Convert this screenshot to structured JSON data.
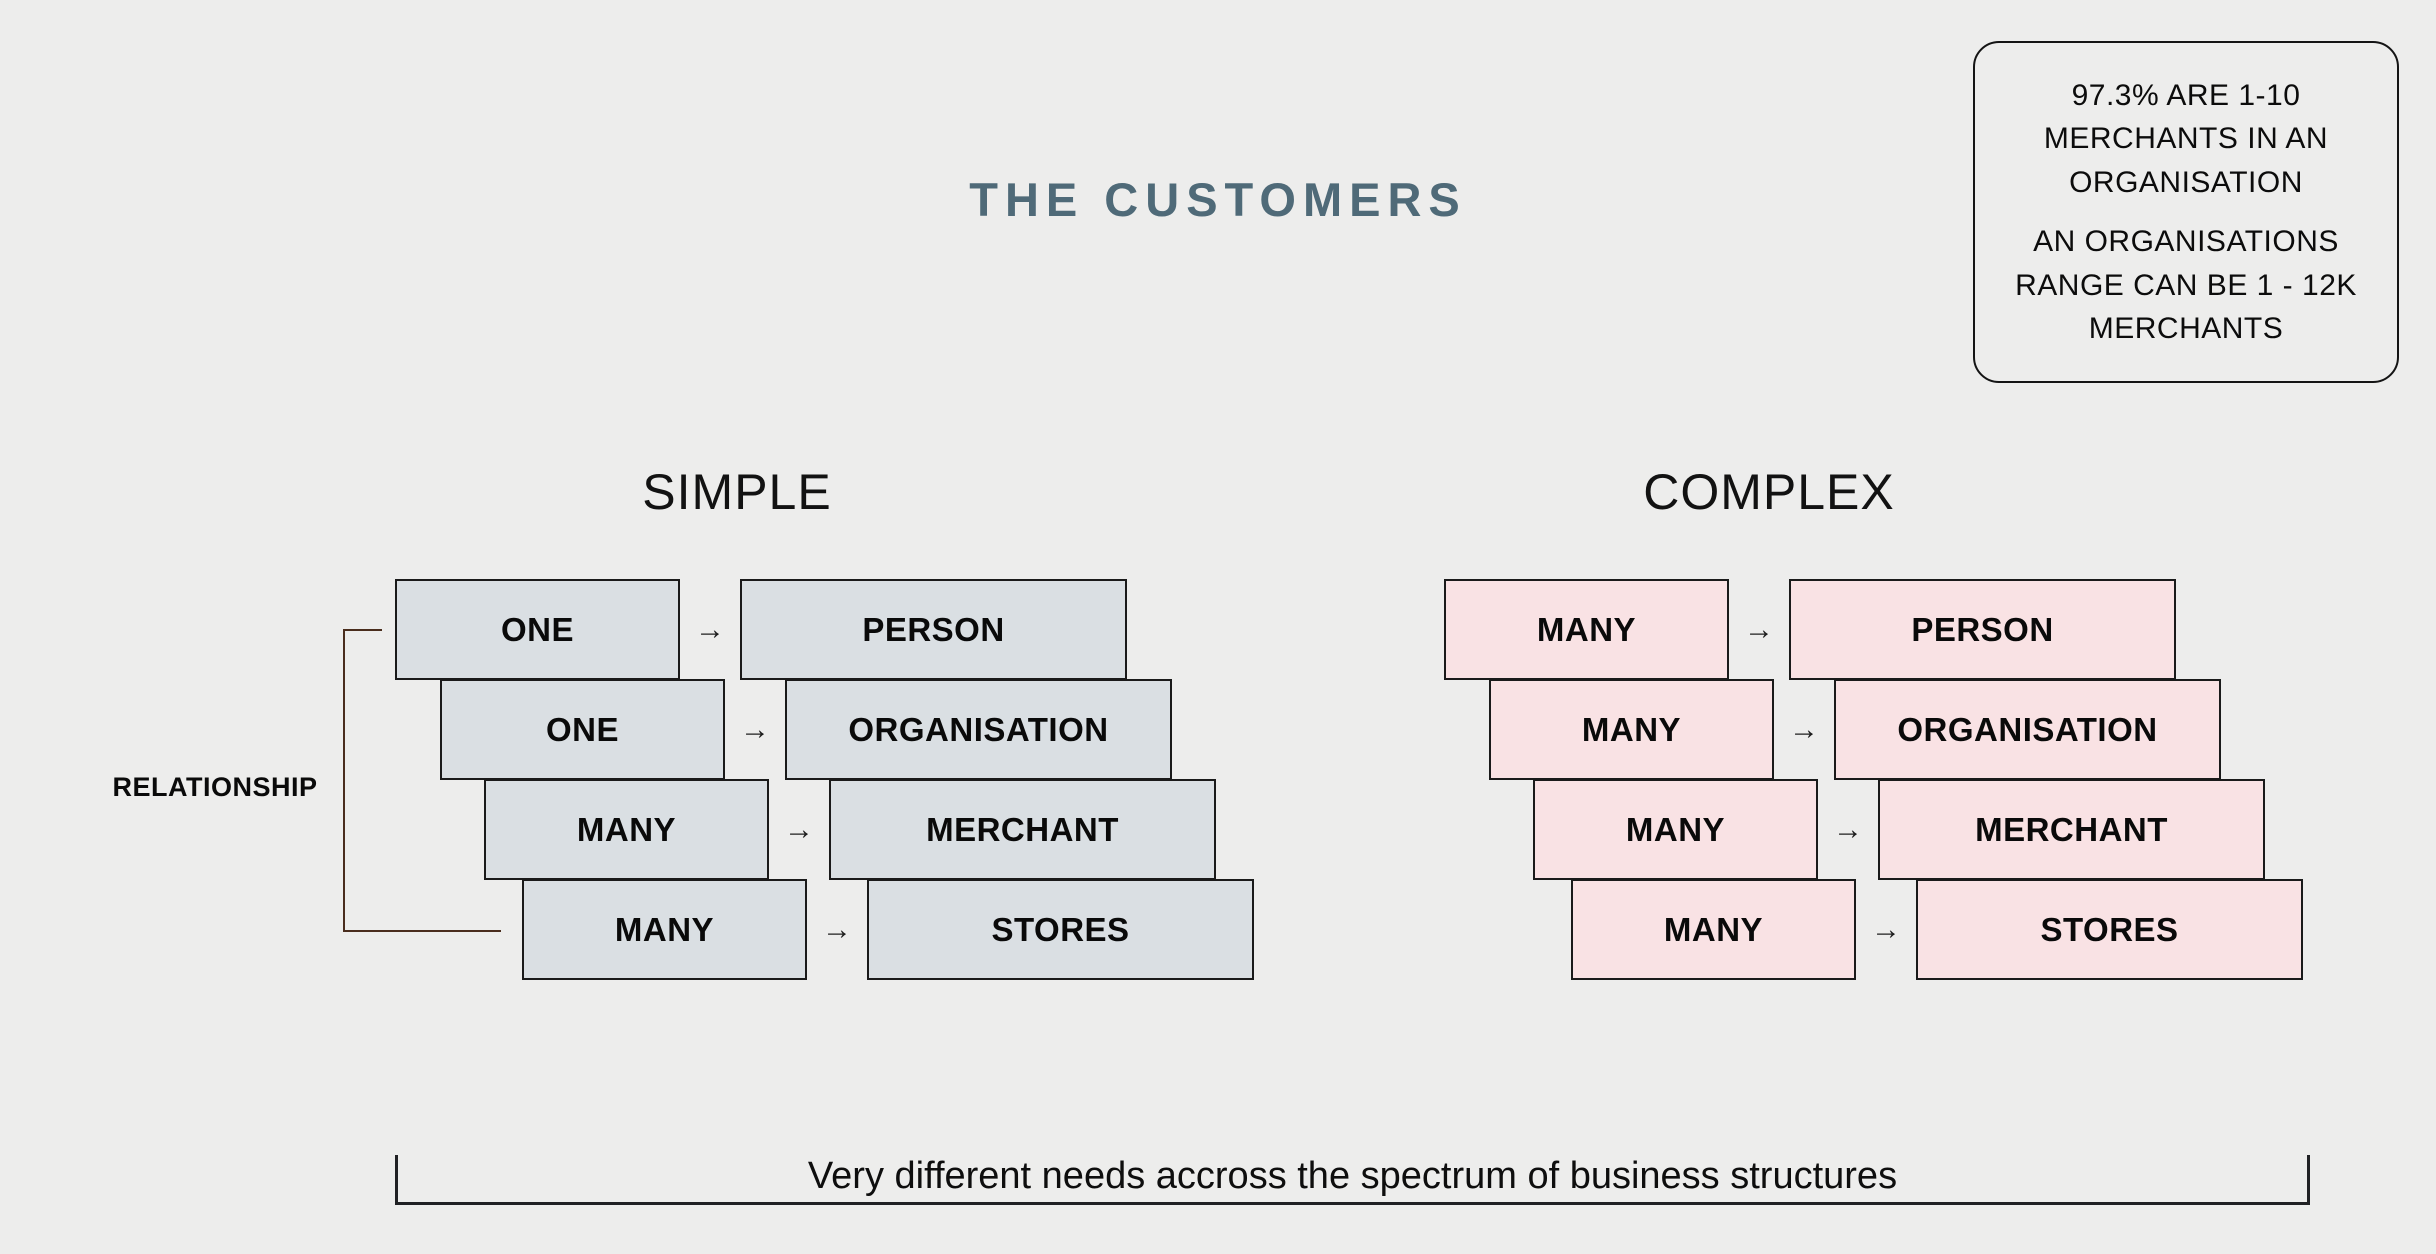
{
  "header": {
    "title": "THE CUSTOMERS"
  },
  "info_box": {
    "p1": "97.3% ARE 1-10\nMERCHANTS IN AN\nORGANISATION",
    "p2": "AN ORGANISATIONS\nRANGE CAN BE 1 - 12K\nMERCHANTS"
  },
  "sections": [
    {
      "title": "SIMPLE",
      "rows": [
        {
          "left": "ONE",
          "right": "PERSON"
        },
        {
          "left": "ONE",
          "right": "ORGANISATION"
        },
        {
          "left": "MANY",
          "right": "MERCHANT"
        },
        {
          "left": "MANY",
          "right": "STORES"
        }
      ]
    },
    {
      "title": "COMPLEX",
      "rows": [
        {
          "left": "MANY",
          "right": "PERSON"
        },
        {
          "left": "MANY",
          "right": "ORGANISATION"
        },
        {
          "left": "MANY",
          "right": "MERCHANT"
        },
        {
          "left": "MANY",
          "right": "STORES"
        }
      ]
    }
  ],
  "relationship_label": "RELATIONSHIP",
  "arrow_icon": "→",
  "bottom": {
    "caption": "Very different needs accross the spectrum of business structures"
  },
  "colors": {
    "page-bg": "#ededec",
    "title-color": "#4f6a78",
    "simple-box": "#dadfe3",
    "complex-box": "#f9e2e4",
    "box-border": "#1a1a1a",
    "bracket": "#4a2d1d"
  }
}
